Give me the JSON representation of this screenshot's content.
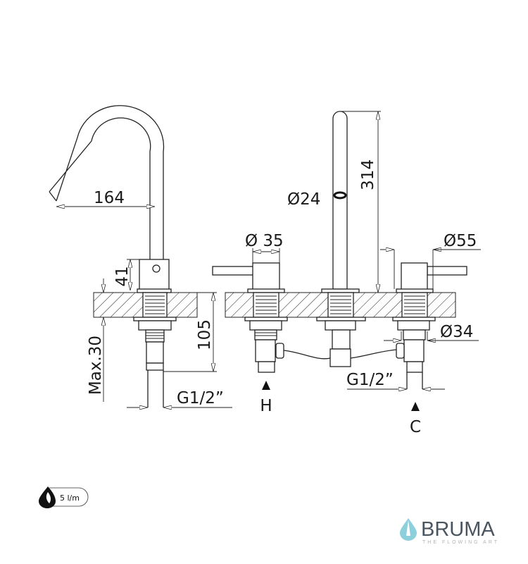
{
  "dimensions": {
    "spout_reach": "164",
    "body_height": "41",
    "max_thickness": "Max.30",
    "under_length": "105",
    "connection_left": "G1/2”",
    "spout_height": "314",
    "spout_diameter": "Ø24",
    "handle_diameter": "Ø 35",
    "base_diameter": "Ø55",
    "shank_diameter": "Ø34",
    "connection_right": "G1/2”"
  },
  "labels": {
    "hot": "H",
    "cold": "C"
  },
  "flow_badge": {
    "icon": "water-drop-icon",
    "value": "5 l/m"
  },
  "brand": {
    "name": "BRUMA",
    "tagline": "THE FLOWING ART",
    "icon": "drop-logo-icon",
    "accent": "#8ecfdc",
    "text_color": "#4a5560"
  }
}
